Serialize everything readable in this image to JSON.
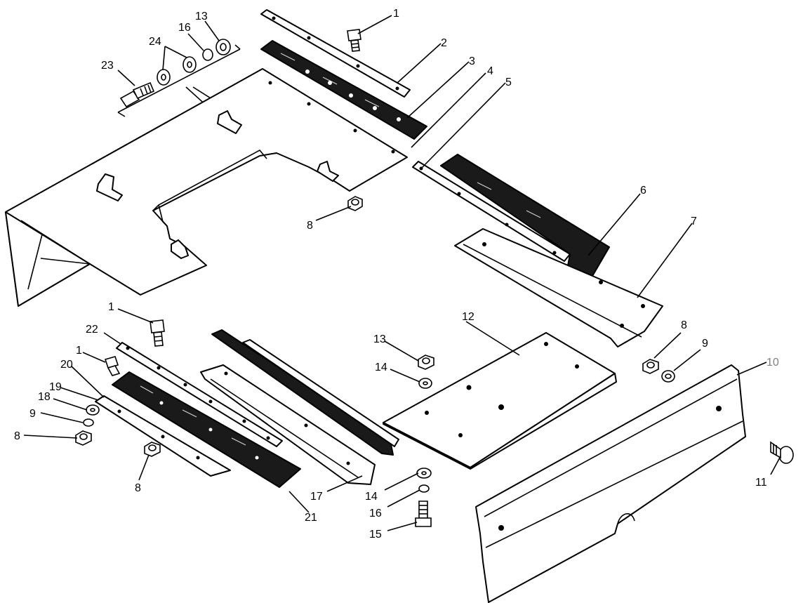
{
  "diagram": {
    "labels": [
      {
        "id": "c1",
        "text": "1"
      },
      {
        "id": "c2",
        "text": "2"
      },
      {
        "id": "c3",
        "text": "3"
      },
      {
        "id": "c4",
        "text": "4"
      },
      {
        "id": "c5",
        "text": "5"
      },
      {
        "id": "c6",
        "text": "6"
      },
      {
        "id": "c7",
        "text": "7"
      },
      {
        "id": "c8a",
        "text": "8"
      },
      {
        "id": "c8b",
        "text": "8"
      },
      {
        "id": "c8c",
        "text": "8"
      },
      {
        "id": "c8d",
        "text": "8"
      },
      {
        "id": "c9a",
        "text": "9"
      },
      {
        "id": "c9b",
        "text": "9"
      },
      {
        "id": "c10",
        "text": "10"
      },
      {
        "id": "c11",
        "text": "11"
      },
      {
        "id": "c12",
        "text": "12"
      },
      {
        "id": "c13a",
        "text": "13"
      },
      {
        "id": "c13b",
        "text": "13"
      },
      {
        "id": "c14a",
        "text": "14"
      },
      {
        "id": "c14b",
        "text": "14"
      },
      {
        "id": "c15",
        "text": "15"
      },
      {
        "id": "c16a",
        "text": "16"
      },
      {
        "id": "c16b",
        "text": "16"
      },
      {
        "id": "c17",
        "text": "17"
      },
      {
        "id": "c18",
        "text": "18"
      },
      {
        "id": "c19",
        "text": "19"
      },
      {
        "id": "c20",
        "text": "20"
      },
      {
        "id": "c21",
        "text": "21"
      },
      {
        "id": "c22",
        "text": "22"
      },
      {
        "id": "c23",
        "text": "23"
      },
      {
        "id": "c24",
        "text": "24"
      },
      {
        "id": "c1b",
        "text": "1"
      },
      {
        "id": "c1c",
        "text": "1"
      }
    ],
    "colors": {
      "line": "#000000",
      "rubber": "#1a1a1a",
      "label_10": "#808080"
    }
  }
}
